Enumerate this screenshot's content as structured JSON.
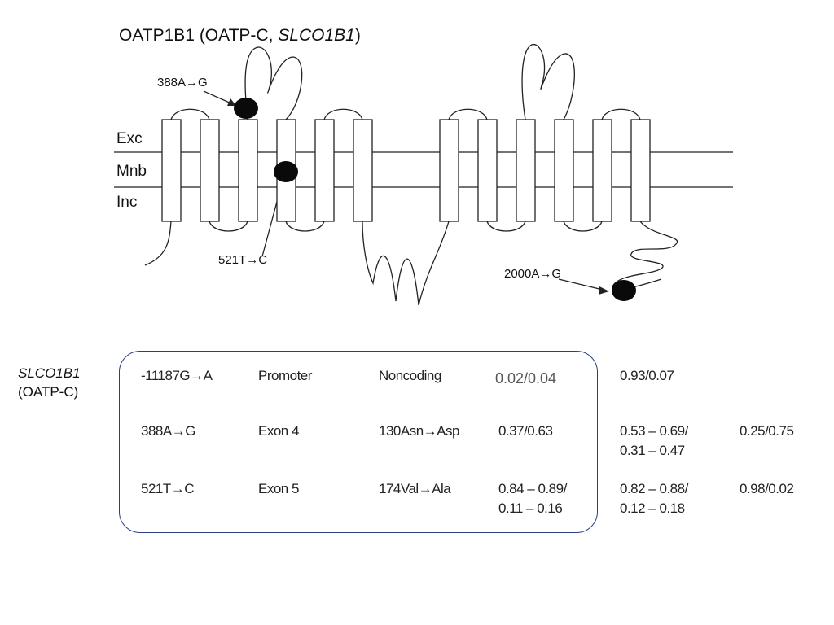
{
  "diagram": {
    "title_main": "OATP1B1 (OATP-C, ",
    "title_gene": "SLCO1B1",
    "title_close": ")",
    "membrane_labels": {
      "exc": "Exc",
      "mnb": "Mnb",
      "inc": "Inc"
    },
    "mutations": {
      "m388": "388A→G",
      "m521": "521T→C",
      "m2000": "2000A→G"
    }
  },
  "table": {
    "gene_name": "SLCO1B1",
    "gene_alias": "(OATP-C)",
    "rows": [
      {
        "variant": "-11187G→A",
        "location": "Promoter",
        "effect": "Noncoding",
        "freq1": [
          "0.02/0.04"
        ],
        "freq2": [
          "0.93/0.07"
        ],
        "freq3": []
      },
      {
        "variant": "388A→G",
        "location": "Exon 4",
        "effect": "130Asn→Asp",
        "freq1": [
          "0.37/0.63"
        ],
        "freq2": [
          "0.53 – 0.69/",
          "0.31 – 0.47"
        ],
        "freq3": [
          "0.25/0.75"
        ]
      },
      {
        "variant": "521T→C",
        "location": "Exon 5",
        "effect": "174Val→Ala",
        "freq1": [
          "0.84 – 0.89/",
          "0.11 – 0.16"
        ],
        "freq2": [
          "0.82 – 0.88/",
          "0.12 – 0.18"
        ],
        "freq3": [
          "0.98/0.02"
        ]
      }
    ]
  }
}
